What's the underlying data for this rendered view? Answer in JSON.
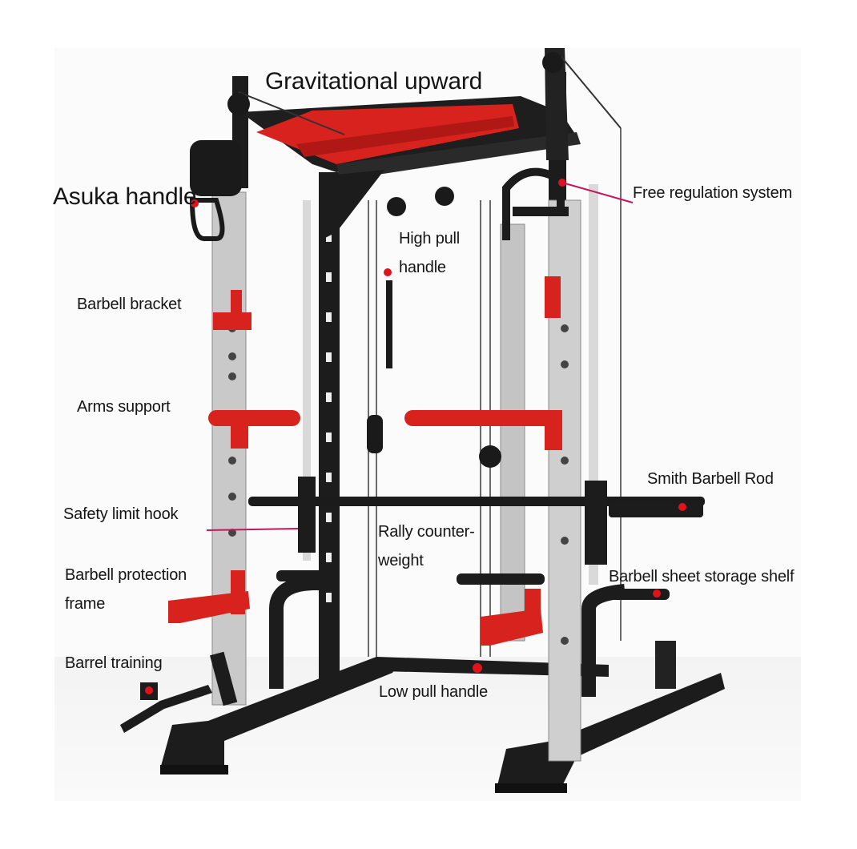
{
  "diagram": {
    "subject": "Smith machine power rack",
    "colors": {
      "frame": "#1c1c1c",
      "accent_red": "#d8221e",
      "upright_steel": "#c9c9c9",
      "marker_red": "#e0121a",
      "leader_line": "#c2185b",
      "text": "#151515"
    },
    "labels": {
      "gravitational_upward": "Gravitational upward",
      "asuka_handle": "Asuka handle",
      "free_regulation": "Free regulation system",
      "high_pull_1": "High pull",
      "high_pull_2": "handle",
      "barbell_bracket": "Barbell bracket",
      "arms_support": "Arms support",
      "smith_rod": "Smith Barbell Rod",
      "safety_hook": "Safety limit hook",
      "rally_1": "Rally counter-",
      "rally_2": "weight",
      "protection_1": "Barbell protection",
      "protection_2": "frame",
      "sheet_storage": "Barbell sheet storage shelf",
      "barrel_training": "Barrel training",
      "low_pull": "Low pull handle"
    }
  }
}
